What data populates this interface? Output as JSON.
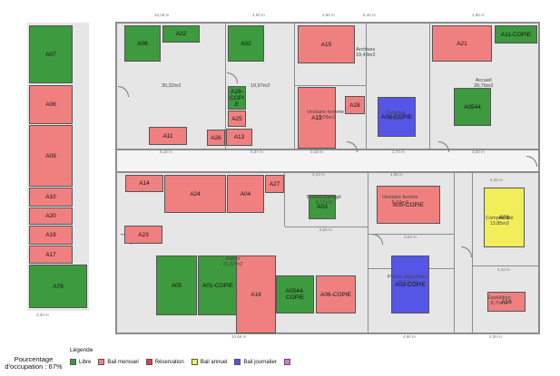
{
  "colors": {
    "libre": "#3e9a3e",
    "mensuel": "#f08080",
    "reservation": "#e04040",
    "annuel": "#f2ee5a",
    "journalier": "#5555e6",
    "rose": "#ee66ee"
  },
  "units": {
    "A07": {
      "label": "A07",
      "status": "libre"
    },
    "A06": {
      "label": "A06",
      "status": "mensuel"
    },
    "A09": {
      "label": "A09",
      "status": "mensuel"
    },
    "A10": {
      "label": "A10",
      "status": "mensuel"
    },
    "A20": {
      "label": "A20",
      "status": "mensuel"
    },
    "A19": {
      "label": "A19",
      "status": "mensuel"
    },
    "A17": {
      "label": "A17",
      "status": "mensuel"
    },
    "A79": {
      "label": "A79",
      "status": "libre"
    },
    "A08": {
      "label": "A08",
      "status": "libre"
    },
    "A22": {
      "label": "A22",
      "status": "libre"
    },
    "A02": {
      "label": "A02",
      "status": "libre"
    },
    "A28-COPIE": {
      "label": "A28-COPIE",
      "status": "libre"
    },
    "A25": {
      "label": "A25",
      "status": "mensuel"
    },
    "A11": {
      "label": "A11",
      "status": "mensuel"
    },
    "A26": {
      "label": "A26",
      "status": "mensuel"
    },
    "A13": {
      "label": "A13",
      "status": "mensuel"
    },
    "A15": {
      "label": "A15",
      "status": "mensuel"
    },
    "A12": {
      "label": "A12",
      "status": "mensuel"
    },
    "A28": {
      "label": "A28",
      "status": "mensuel"
    },
    "A08-COPIE": {
      "label": "A08-COPIE",
      "status": "journalier"
    },
    "A21": {
      "label": "A21",
      "status": "mensuel"
    },
    "A11-COPIE": {
      "label": "A11-COPIE",
      "status": "libre"
    },
    "A0544": {
      "label": "A0544",
      "status": "libre"
    },
    "A14": {
      "label": "A14",
      "status": "mensuel"
    },
    "A24": {
      "label": "A24",
      "status": "mensuel"
    },
    "A04": {
      "label": "A04",
      "status": "mensuel"
    },
    "A27": {
      "label": "A27",
      "status": "mensuel"
    },
    "A23": {
      "label": "A23",
      "status": "mensuel"
    },
    "A03": {
      "label": "A03",
      "status": "libre"
    },
    "A05-COPIE": {
      "label": "A05-COPIE",
      "status": "mensuel"
    },
    "A01": {
      "label": "A01",
      "status": "annuel"
    },
    "A05": {
      "label": "A05",
      "status": "libre"
    },
    "A01-COPIE": {
      "label": "A01-COPIE",
      "status": "libre"
    },
    "A18": {
      "label": "A18",
      "status": "mensuel"
    },
    "A0544-COPIE": {
      "label": "A0544-COPIE",
      "status": "libre"
    },
    "A06-COPIE": {
      "label": "A06-COPIE",
      "status": "mensuel"
    },
    "A03-COPIE": {
      "label": "A03-COPIE",
      "status": "journalier"
    },
    "A16": {
      "label": "A16",
      "status": "mensuel"
    }
  },
  "room_labels": {
    "r1": "30,32m2",
    "r2": "19,97m2",
    "archives": "Archives\n19,43m2",
    "vestiaire_homme": "Vestiaire homme\n19,09m2",
    "comptoir": "Comptoir\n12,2m2",
    "accueil": "Accueil\n28,76m2",
    "bureau": "Bureau partagé\n8,17m2",
    "vestiaire_femme": "Vestiaire femme\n8,07m2",
    "comptabilite": "Comptabilité\n13,85m2",
    "atelier": "Atelier\n81,57m2",
    "pieces": "Pièces détachées\n27,62m2",
    "expedition": "Expédition\n8,75m2"
  },
  "dimensions": {
    "d1": "10,08 m",
    "d2": "4,90 m",
    "d3": "4,80 m",
    "d4": "6,40 m",
    "d5": "2,85 m",
    "d6": "6,10 m",
    "d7": "5,37 m",
    "d8": "3,18 m",
    "d9": "2,70 m",
    "d10": "3,80 m",
    "d11": "4,12 m",
    "d12": "4,88 m",
    "d13": "10,66 m",
    "d14": "4,98 m",
    "d15": "4,06 m",
    "d16": "5,84 m",
    "d17": "3,64 m",
    "d18": "6,32 m",
    "d19": "3,39 m",
    "d20": "3,42 m"
  },
  "occupancy": {
    "title": "Pourcentage",
    "value": "d'occupation : 67%"
  },
  "legend": {
    "title": "Légende",
    "items": [
      {
        "label": "Libre",
        "color": "#3e9a3e"
      },
      {
        "label": "Bail mensuel",
        "color": "#f08080"
      },
      {
        "label": "Réservation",
        "color": "#e04040"
      },
      {
        "label": "Bail annuel",
        "color": "#f2ee5a"
      },
      {
        "label": "Bail journalier",
        "color": "#5555e6"
      },
      {
        "label": "",
        "color": "#ee66ee"
      }
    ]
  }
}
